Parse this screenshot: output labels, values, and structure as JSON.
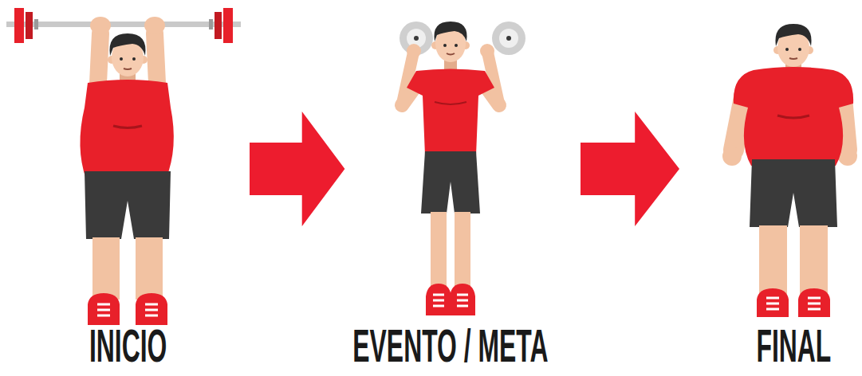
{
  "diagram": {
    "nodes": [
      {
        "text": [
          "INICIO"
        ]
      },
      {
        "text": [
          "EVENTO / META"
        ]
      },
      {
        "text": [
          "FINAL"
        ]
      }
    ],
    "edges": [
      {
        "from": 0,
        "to": 1,
        "arrow": "to"
      },
      {
        "from": 1,
        "to": 2,
        "arrow": "to"
      }
    ]
  }
}
